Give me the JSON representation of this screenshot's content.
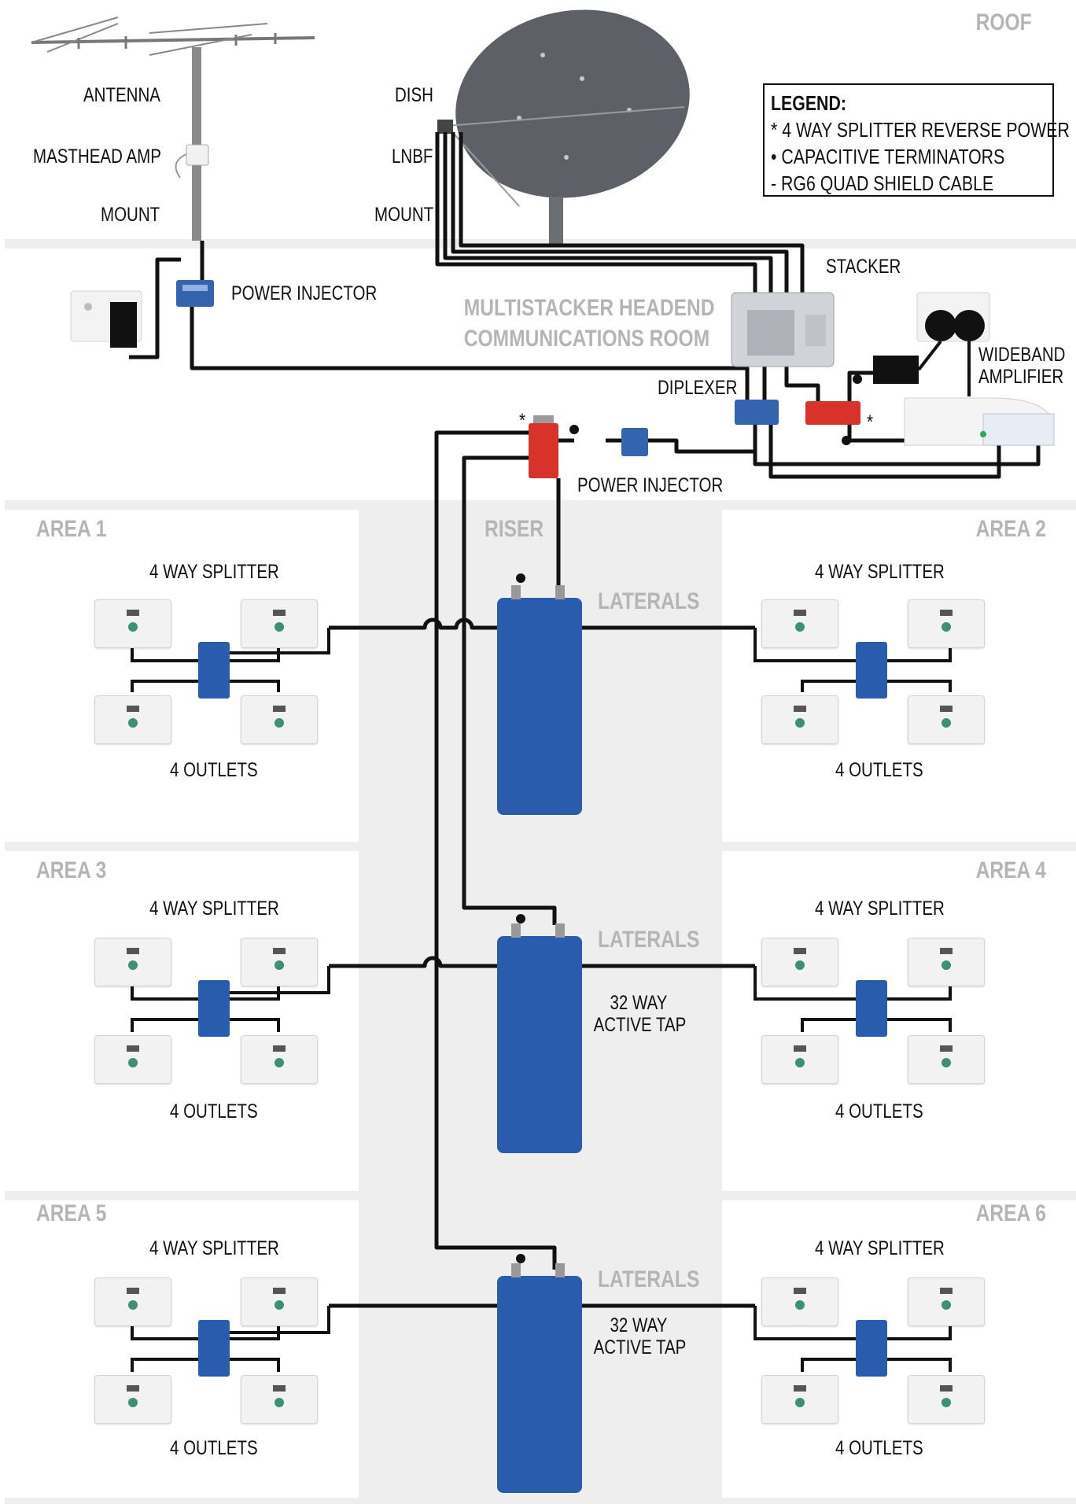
{
  "zones": {
    "roof": "ROOF",
    "headend_line1": "MULTISTACKER HEADEND",
    "headend_line2": "COMMUNICATIONS ROOM",
    "riser": "RISER",
    "area1": "AREA 1",
    "area2": "AREA 2",
    "area3": "AREA 3",
    "area4": "AREA 4",
    "area5": "AREA 5",
    "area6": "AREA 6"
  },
  "legend": {
    "title": "LEGEND:",
    "items": [
      "* 4 WAY SPLITTER REVERSE POWER",
      "• CAPACITIVE TERMINATORS",
      "- RG6 QUAD SHIELD CABLE"
    ]
  },
  "roof": {
    "antenna": "ANTENNA",
    "masthead_amp": "MASTHEAD AMP",
    "mount_left": "MOUNT",
    "dish": "DISH",
    "lnbf": "LNBF",
    "mount_right": "MOUNT"
  },
  "headend": {
    "power_injector_top": "POWER INJECTOR",
    "stacker": "STACKER",
    "diplexer": "DIPLEXER",
    "wideband_line1": "WIDEBAND",
    "wideband_line2": "AMPLIFIER",
    "power_injector_bottom": "POWER INJECTOR",
    "star_left": "*",
    "star_right": "*"
  },
  "areas": {
    "splitter_label": "4 WAY SPLITTER",
    "outlets_label": "4 OUTLETS"
  },
  "riser": {
    "laterals": "LATERALS",
    "tap_line1": "32 WAY",
    "tap_line2": "ACTIVE TAP"
  },
  "colors": {
    "cable": "#111111",
    "tap_blue": "#2a5cae",
    "splitter_red": "#d8322a",
    "dish_gray": "#5d6167",
    "zone_text": "#b5b5b5",
    "band_gray": "#eeeeee"
  }
}
